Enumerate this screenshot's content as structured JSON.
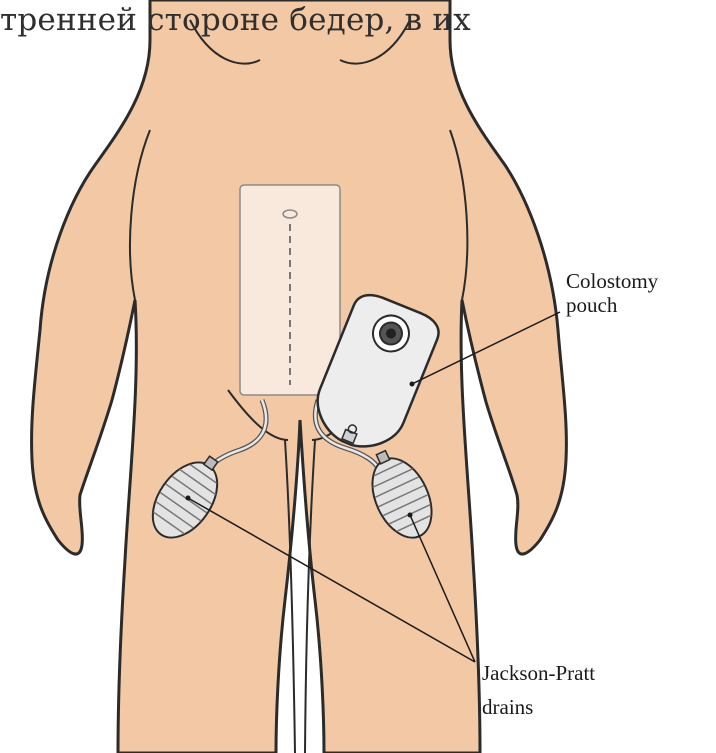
{
  "caption": "тренней стороне бедер, в их",
  "labels": {
    "colostomy_line1": "Colostomy",
    "colostomy_line2": "pouch",
    "jp_line1": "Jackson-Pratt",
    "jp_line2": "drains"
  },
  "colors": {
    "skin": "#f2c9a4",
    "outline": "#2b2b2b",
    "dressing": "#f8e9dc",
    "drain_bulb": "#e3e3e3",
    "pouch": "#ededed"
  }
}
